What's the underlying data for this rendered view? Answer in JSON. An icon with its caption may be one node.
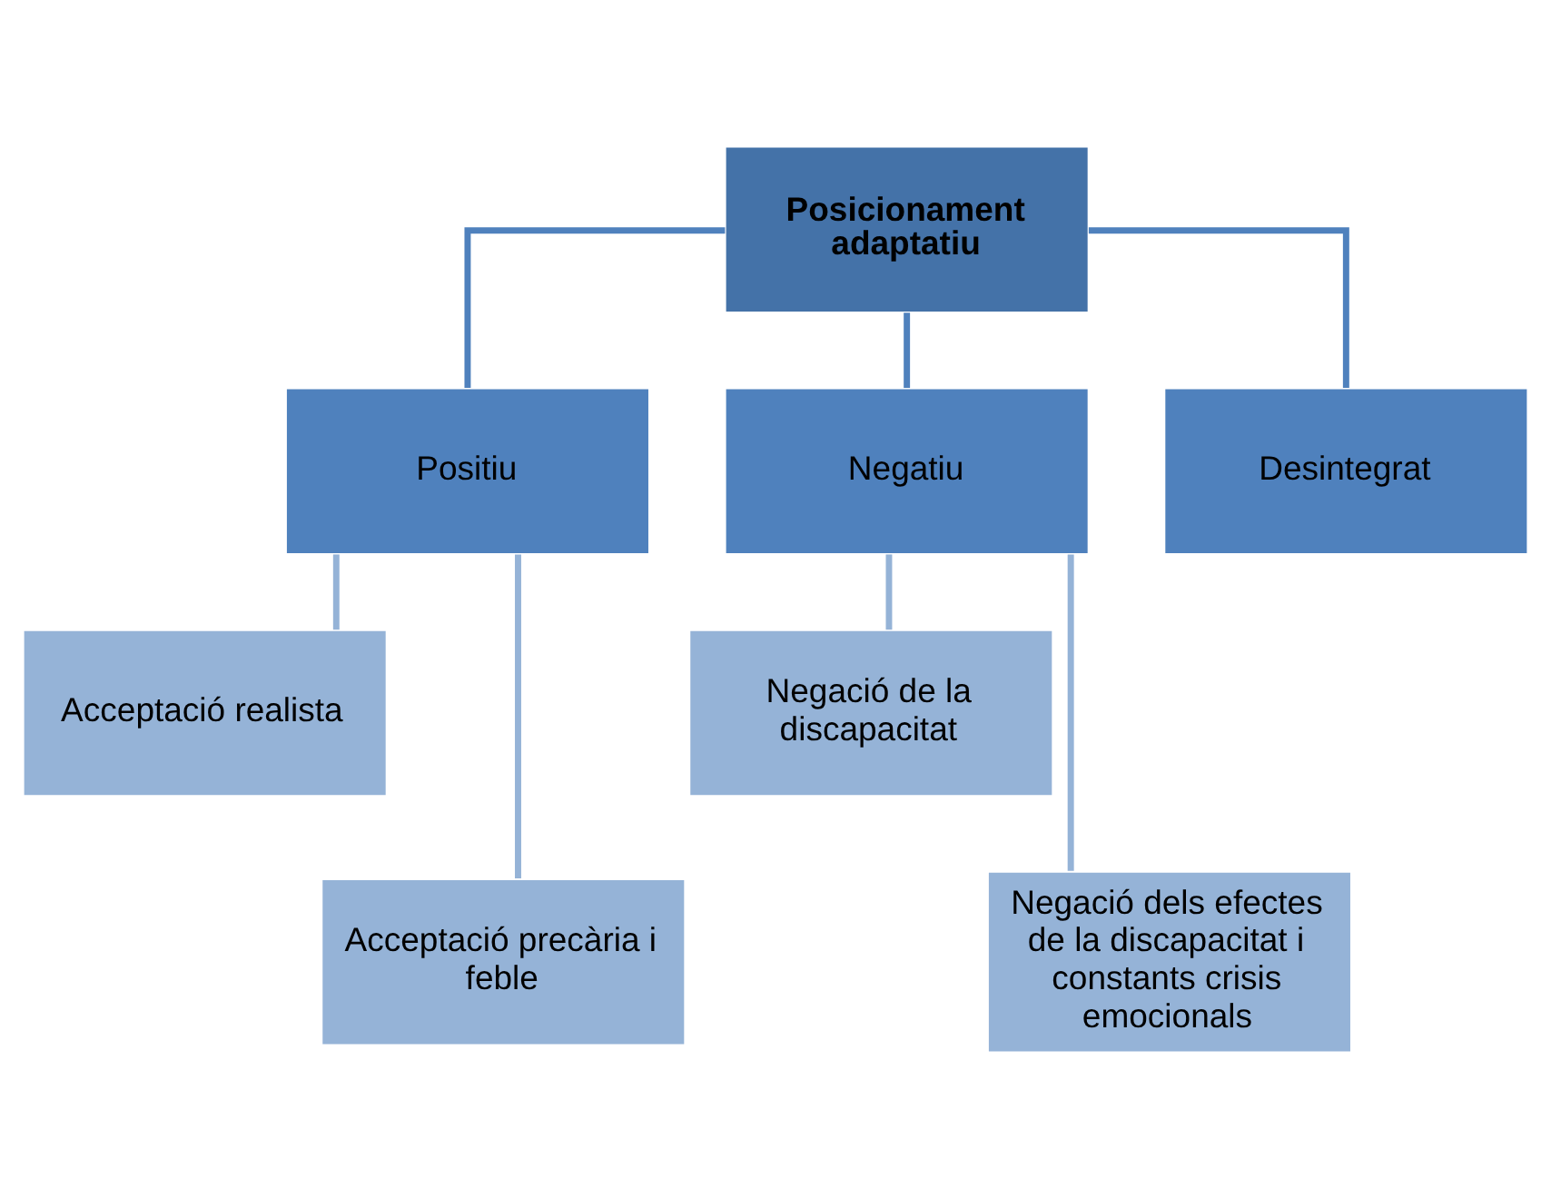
{
  "diagram": {
    "nodes": [
      {
        "text": [
          "Posicionament adaptatiu"
        ]
      },
      {
        "text": [
          "Positiu"
        ]
      },
      {
        "text": [
          "Negatiu"
        ]
      },
      {
        "text": [
          "Desintegrat"
        ]
      },
      {
        "text": [
          "Acceptació realista"
        ]
      },
      {
        "text": [
          "Acceptació precària i feble"
        ]
      },
      {
        "text": [
          "Negació de la discapacitat"
        ]
      },
      {
        "text": [
          "Negació dels efectes de la discapacitat i constants crisis emocionals"
        ]
      }
    ],
    "edges": [
      {
        "from": 0,
        "to": 1,
        "arrow": "none",
        "color": "#4f81bd"
      },
      {
        "from": 0,
        "to": 2,
        "arrow": "none",
        "color": "#4f81bd"
      },
      {
        "from": 0,
        "to": 3,
        "arrow": "none",
        "color": "#4f81bd"
      },
      {
        "from": 1,
        "to": 4,
        "arrow": "none"
      },
      {
        "from": 1,
        "to": 5,
        "arrow": "none"
      },
      {
        "from": 2,
        "to": 6,
        "arrow": "none"
      },
      {
        "from": 2,
        "to": 7,
        "arrow": "none"
      }
    ]
  }
}
